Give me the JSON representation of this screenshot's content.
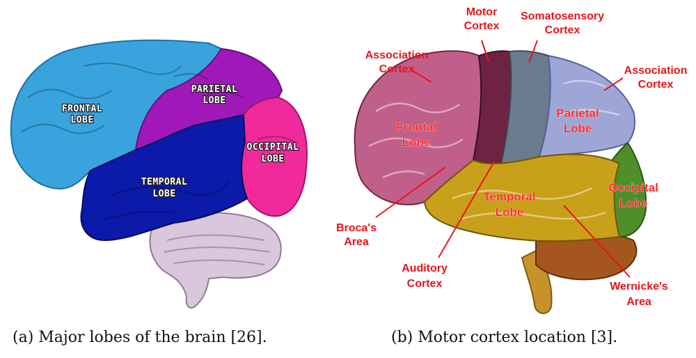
{
  "panel_a": {
    "caption": "(a) Major lobes of the brain [26].",
    "lobes": {
      "frontal": [
        "FRONTAL",
        "LOBE"
      ],
      "parietal": [
        "PARIETAL",
        "LOBE"
      ],
      "occipital": [
        "OCCIPITAL",
        "LOBE"
      ],
      "temporal": [
        "TEMPORAL",
        "LOBE"
      ]
    },
    "colors": {
      "frontal": "#39a3dd",
      "parietal": "#a019b8",
      "occipital": "#f02a9a",
      "temporal": "#0b1aa8",
      "cerebellum": "#d9c7dc"
    }
  },
  "panel_b": {
    "caption": "(b) Motor cortex location [3].",
    "labels": {
      "motor_cortex": [
        "Motor",
        "Cortex"
      ],
      "somatosensory_cortex": [
        "Somatosensory",
        "Cortex"
      ],
      "association_cortex_left": [
        "Association",
        "Cortex"
      ],
      "association_cortex_right": [
        "Association",
        "Cortex"
      ],
      "frontal_lobe": [
        "Frontal",
        "Lobe"
      ],
      "parietal_lobe": [
        "Parietal",
        "Lobe"
      ],
      "occipital_lobe": [
        "Occipital",
        "Lobe"
      ],
      "temporal_lobe": [
        "Temporal",
        "Lobe"
      ],
      "brocas_area": [
        "Broca's",
        "Area"
      ],
      "auditory_cortex": [
        "Auditory",
        "Cortex"
      ],
      "wernickes_area": [
        "Wernicke's",
        "Area"
      ]
    },
    "colors": {
      "label_red": "#e8141c",
      "frontal": "#c0608a",
      "motor": "#6e2342",
      "somatosensory": "#6b7b8e",
      "parietal": "#9ea6d8",
      "occipital": "#4f8f2a",
      "temporal": "#c9a01a",
      "cerebellum": "#a5561e",
      "brainstem": "#c8922a"
    }
  }
}
